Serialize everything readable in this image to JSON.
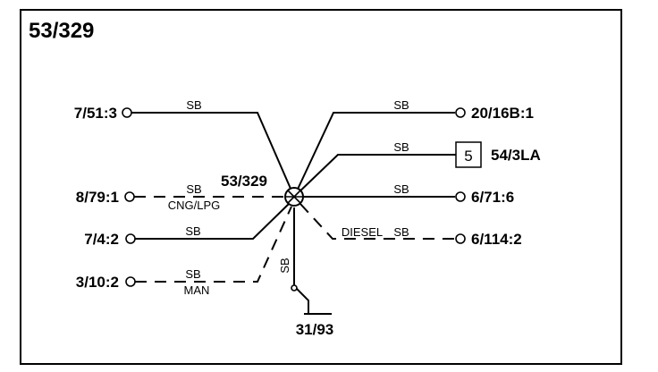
{
  "diagram": {
    "title": "53/329",
    "center_label": "53/329",
    "wire_color_label": "SB",
    "connections": {
      "left_top": "7/51:3",
      "left_cng": "8/79:1",
      "left_mid": "7/4:2",
      "left_man": "3/10:2",
      "right_top": "20/16B:1",
      "right_lamp": "54/3LA",
      "right_mid": "6/71:6",
      "right_diesel": "6/114:2",
      "ground": "31/93"
    },
    "lamp_number": "5",
    "option_cng": "CNG/LPG",
    "option_man": "MAN",
    "option_diesel": "DIESEL"
  }
}
